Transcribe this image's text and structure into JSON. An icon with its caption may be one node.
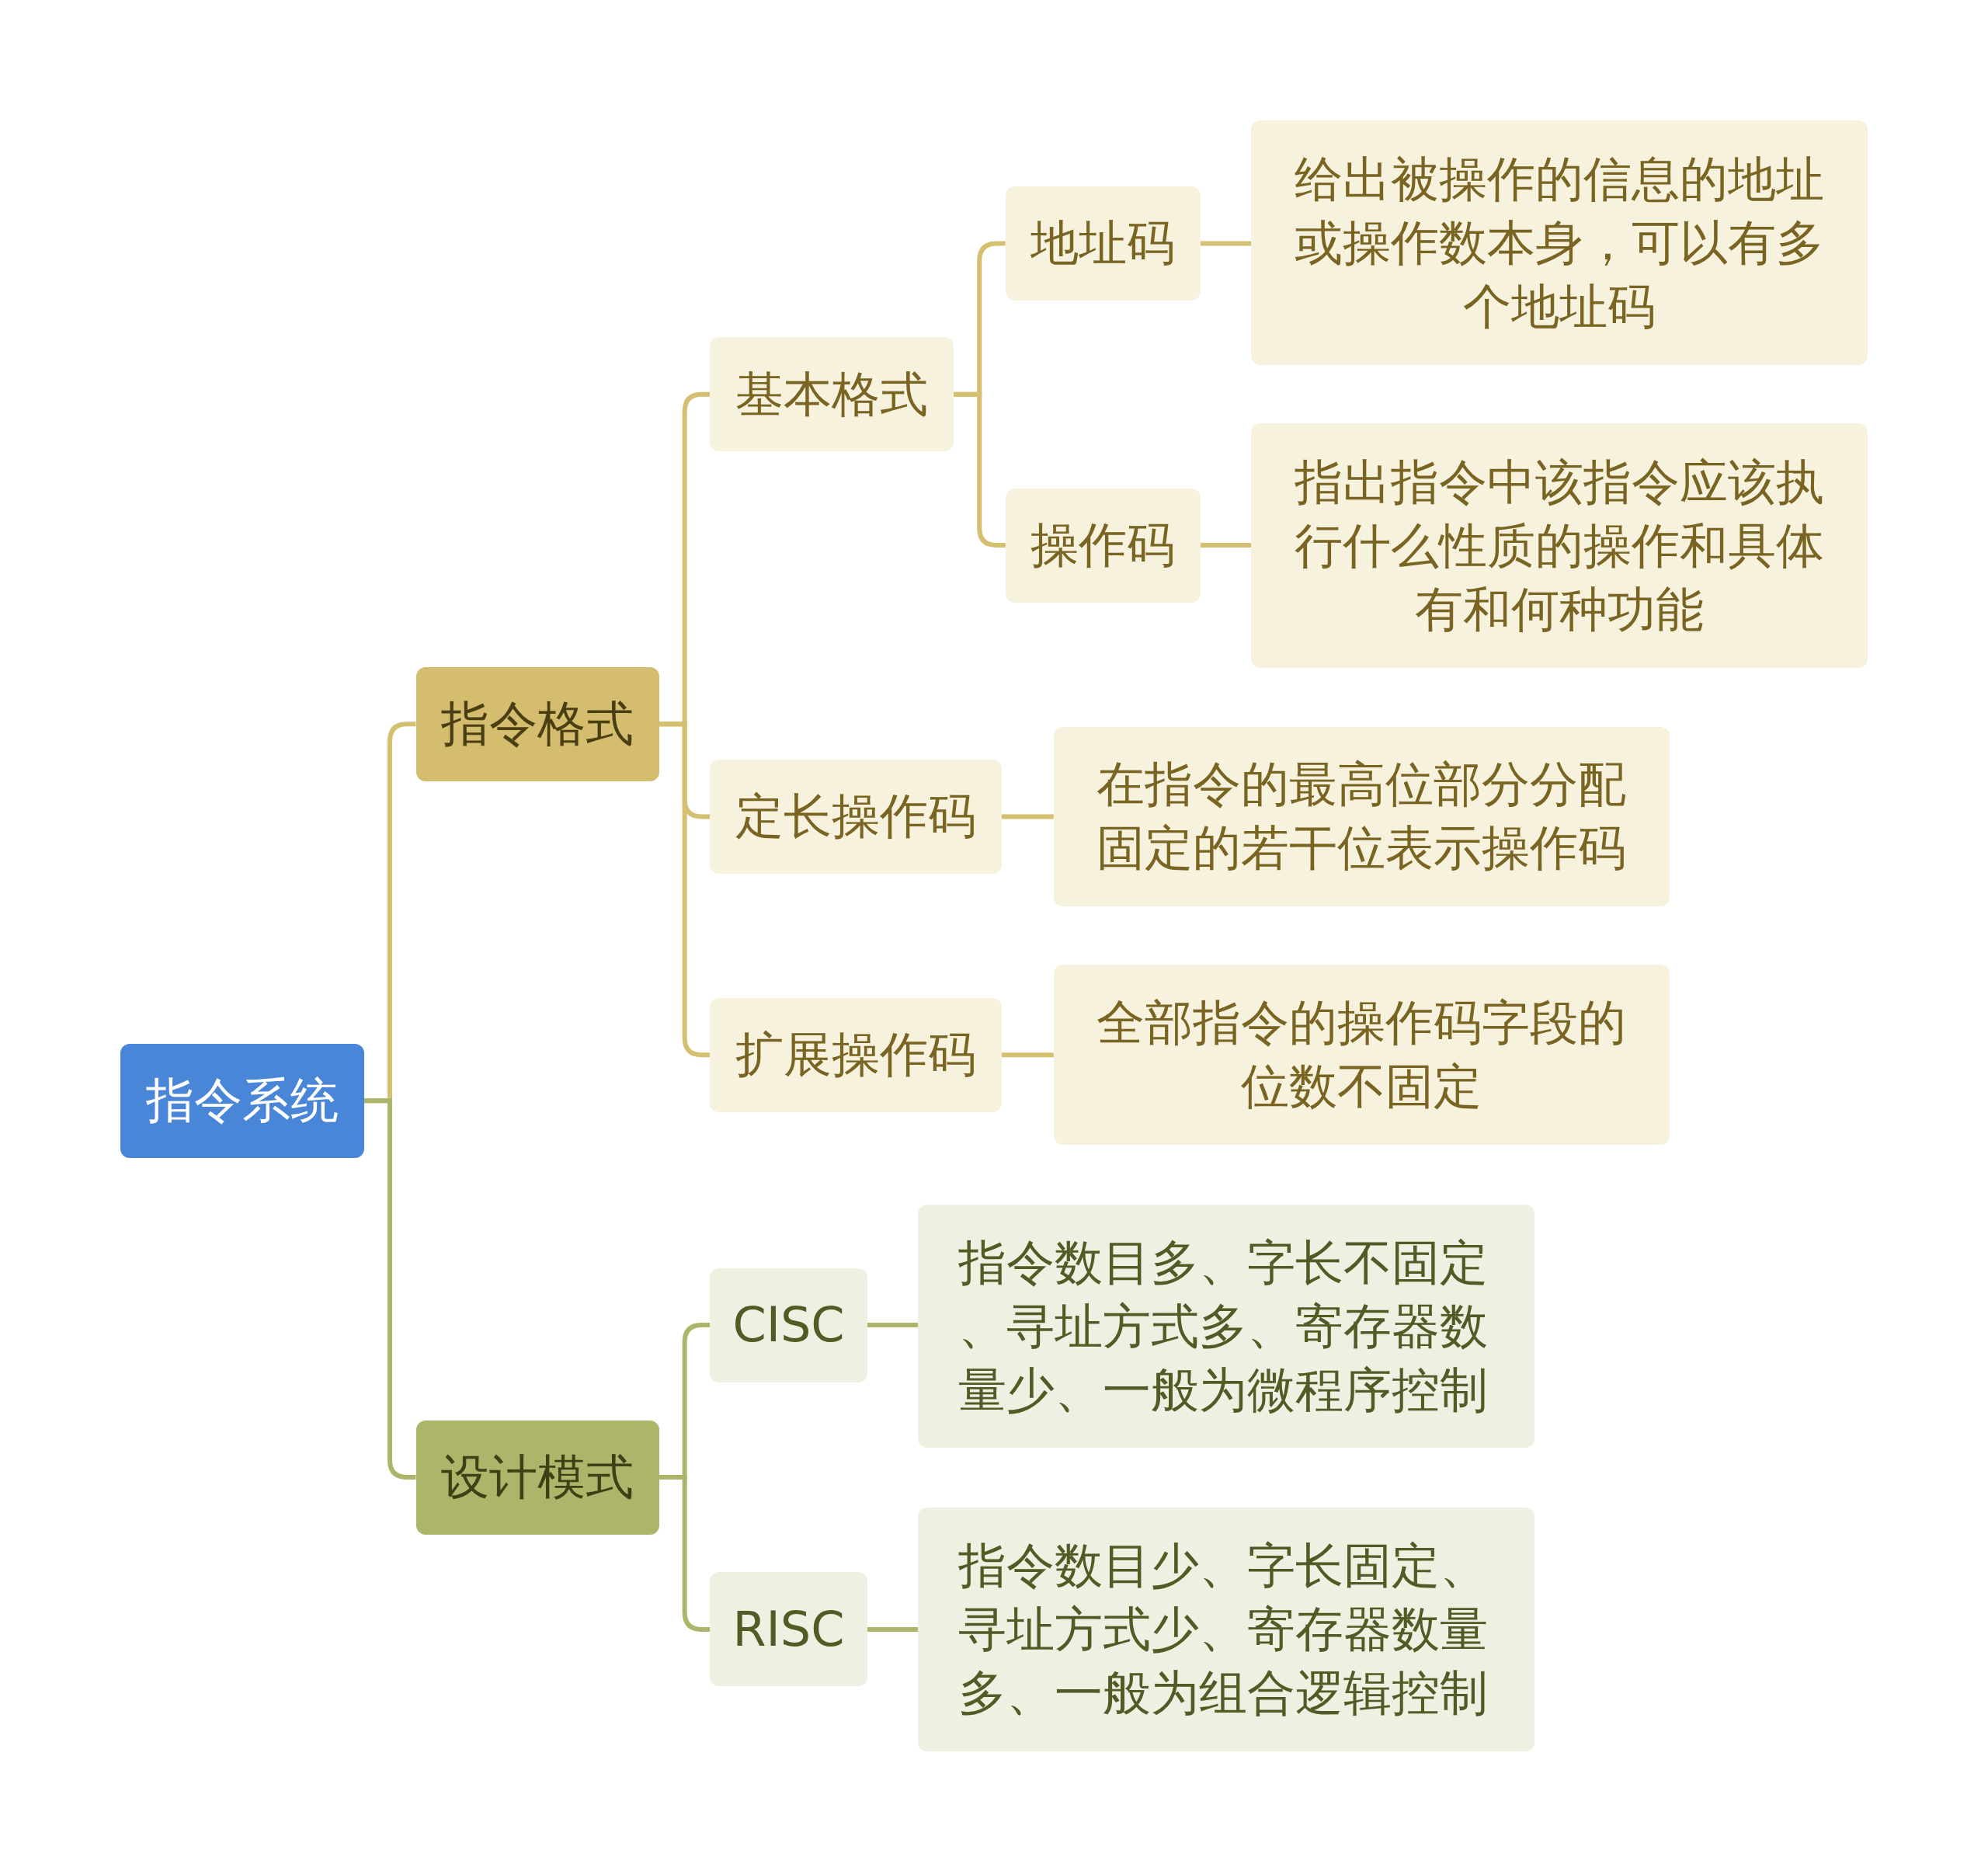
{
  "diagram": {
    "nodes": [
      {
        "text": [
          "指令系统"
        ]
      },
      {
        "text": [
          "指令格式"
        ]
      },
      {
        "text": [
          "基本格式"
        ]
      },
      {
        "text": [
          "地址码"
        ]
      },
      {
        "text": [
          "给出被操作的信息的地址或操作数本身，可以有多个地址码"
        ]
      },
      {
        "text": [
          "操作码"
        ]
      },
      {
        "text": [
          "指出指令中该指令应该执行什么性质的操作和具体有和何种功能"
        ]
      },
      {
        "text": [
          "定长操作码"
        ]
      },
      {
        "text": [
          "在指令的最高位部分分配固定的若干位表示操作码"
        ]
      },
      {
        "text": [
          "扩展操作码"
        ]
      },
      {
        "text": [
          "全部指令的操作码字段的位数不固定"
        ]
      },
      {
        "text": [
          "设计模式"
        ]
      },
      {
        "text": [
          "CISC"
        ]
      },
      {
        "text": [
          "指令数目多、字长不固定、寻址方式多、寄存器数量少、一般为微程序控制"
        ]
      },
      {
        "text": [
          "RISC"
        ]
      },
      {
        "text": [
          "指令数目少、字长固定、寻址方式少、寄存器数量多、一般为组合逻辑控制"
        ]
      }
    ],
    "edges": [
      {
        "from": 0,
        "to": 1,
        "arrow": "none"
      },
      {
        "from": 1,
        "to": 2,
        "arrow": "none"
      },
      {
        "from": 2,
        "to": 3,
        "arrow": "none"
      },
      {
        "from": 3,
        "to": 4,
        "arrow": "none"
      },
      {
        "from": 2,
        "to": 5,
        "arrow": "none"
      },
      {
        "from": 5,
        "to": 6,
        "arrow": "none"
      },
      {
        "from": 1,
        "to": 7,
        "arrow": "none"
      },
      {
        "from": 7,
        "to": 8,
        "arrow": "none"
      },
      {
        "from": 1,
        "to": 9,
        "arrow": "none"
      },
      {
        "from": 9,
        "to": 10,
        "arrow": "none"
      },
      {
        "from": 0,
        "to": 11,
        "arrow": "none",
        "color": "#adb56b"
      },
      {
        "from": 11,
        "to": 12,
        "arrow": "none",
        "color": "#adb56b"
      },
      {
        "from": 12,
        "to": 13,
        "arrow": "none",
        "color": "#adb56b"
      },
      {
        "from": 11,
        "to": 14,
        "arrow": "none",
        "color": "#adb56b"
      },
      {
        "from": 14,
        "to": 15,
        "arrow": "none",
        "color": "#adb56b"
      }
    ]
  }
}
